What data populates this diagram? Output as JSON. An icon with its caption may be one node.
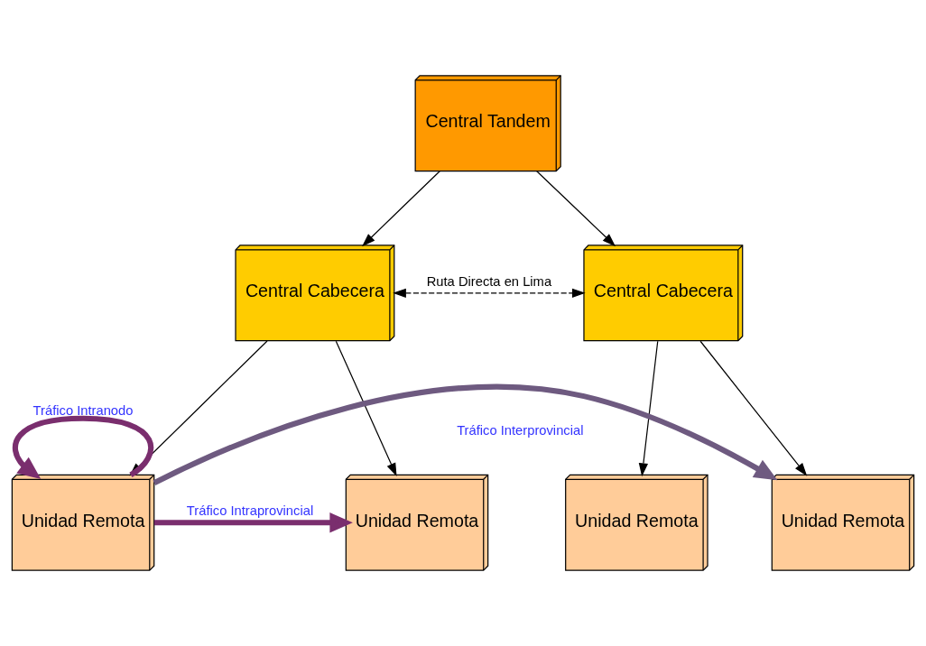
{
  "diagram": {
    "nodes": [
      {
        "text": [
          "Central Tandem"
        ]
      },
      {
        "text": [
          "Central Cabecera"
        ]
      },
      {
        "text": [
          "Central Cabecera"
        ]
      },
      {
        "text": [
          "Unidad Remota"
        ]
      },
      {
        "text": [
          "Unidad Remota"
        ]
      },
      {
        "text": [
          "Unidad Remota"
        ]
      },
      {
        "text": [
          "Unidad Remota"
        ]
      }
    ],
    "edges": [
      {
        "from": 0,
        "to": 1,
        "arrow": "to"
      },
      {
        "from": 0,
        "to": 2,
        "arrow": "to"
      },
      {
        "from": 1,
        "to": 2,
        "arrow": "both",
        "style": "dashed",
        "label": "Ruta Directa en Lima"
      },
      {
        "from": 1,
        "to": 3,
        "arrow": "to"
      },
      {
        "from": 1,
        "to": 4,
        "arrow": "to"
      },
      {
        "from": 2,
        "to": 5,
        "arrow": "to"
      },
      {
        "from": 2,
        "to": 6,
        "arrow": "to"
      },
      {
        "from": 3,
        "to": 3,
        "arrow": "to",
        "style": "thick",
        "color": "#7a2e6e",
        "label": "Tráfico Intranodo"
      },
      {
        "from": 3,
        "to": 4,
        "arrow": "to",
        "style": "thick",
        "color": "#7a2e6e",
        "label": "Tráfico Intraprovincial"
      },
      {
        "from": 3,
        "to": 6,
        "arrow": "to",
        "style": "thick",
        "color": "#6e5a80",
        "label": "Tráfico Interprovincial"
      }
    ]
  }
}
